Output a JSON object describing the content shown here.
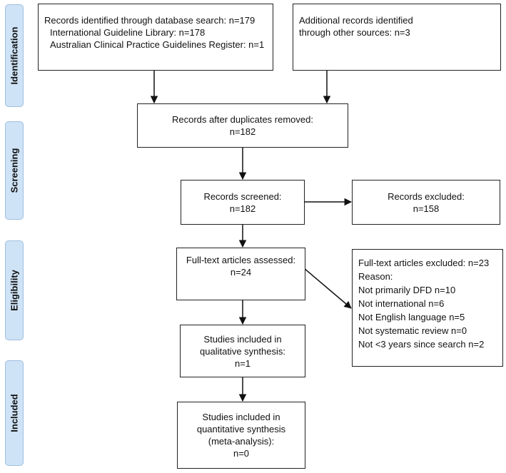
{
  "phases": {
    "identification": "Identification",
    "screening": "Screening",
    "eligibility": "Eligibility",
    "included": "Included"
  },
  "boxes": {
    "database_search": {
      "lines": [
        "Records identified through database search: n=179",
        "International Guideline Library: n=178",
        "Australian Clinical Practice Guidelines Register: n=1"
      ]
    },
    "other_sources": {
      "lines": [
        "Additional records identified",
        "through other sources: n=3"
      ]
    },
    "duplicates_removed": {
      "lines": [
        "Records after duplicates removed:",
        "n=182"
      ]
    },
    "screened": {
      "lines": [
        "Records screened:",
        "n=182"
      ]
    },
    "excluded": {
      "lines": [
        "Records excluded:",
        "n=158"
      ]
    },
    "fulltext_assessed": {
      "lines": [
        "Full-text articles assessed:",
        "n=24"
      ]
    },
    "fulltext_excluded": {
      "lines": [
        "Full-text articles excluded: n=23",
        "Reason:",
        "Not primarily DFD n=10",
        "Not international n=6",
        "Not English language n=5",
        "Not systematic review n=0",
        "Not <3 years since search n=2"
      ]
    },
    "qualitative": {
      "lines": [
        "Studies included in",
        "qualitative synthesis:",
        "n=1"
      ]
    },
    "quantitative": {
      "lines": [
        "Studies included in",
        "quantitative synthesis",
        "(meta-analysis):",
        "n=0"
      ]
    }
  }
}
